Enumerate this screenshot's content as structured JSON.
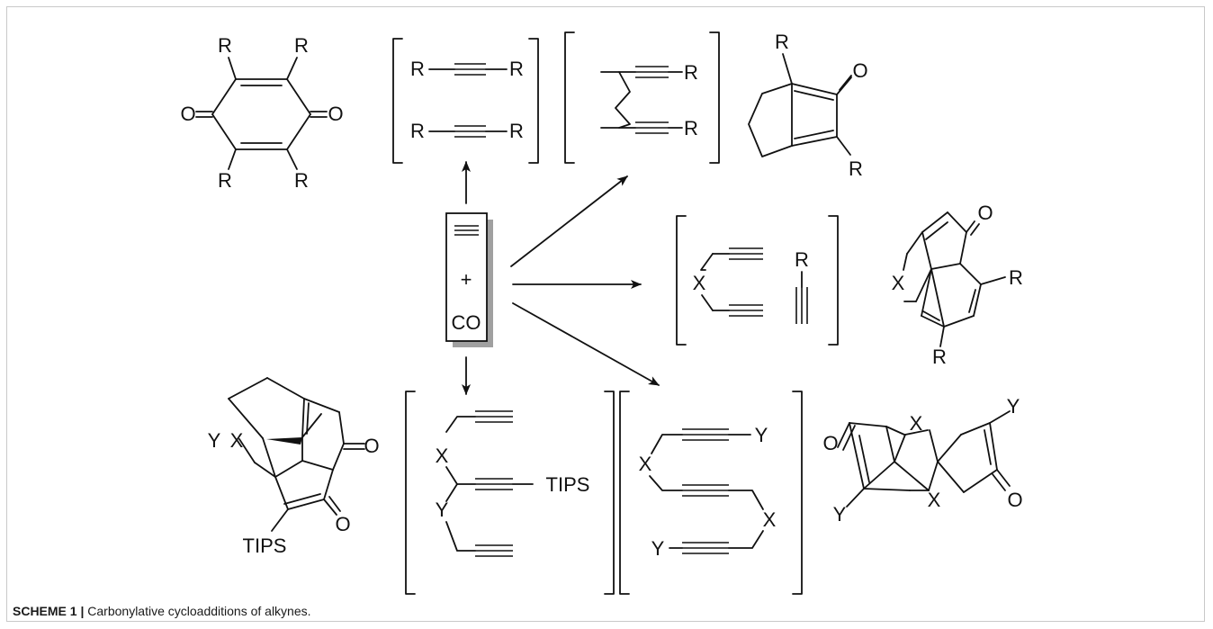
{
  "figure": {
    "caption_label": "SCHEME 1 |",
    "caption_text": "Carbonylative cycloadditions of alkynes."
  },
  "center_box": {
    "plus": "+",
    "co": "CO"
  },
  "atoms": {
    "R": "R",
    "O": "O",
    "X": "X",
    "Y": "Y",
    "TIPS": "TIPS"
  },
  "colors": {
    "ink": "#111111",
    "box_shadow": "#a0a0a0",
    "frame_border": "#c9c9c9"
  }
}
